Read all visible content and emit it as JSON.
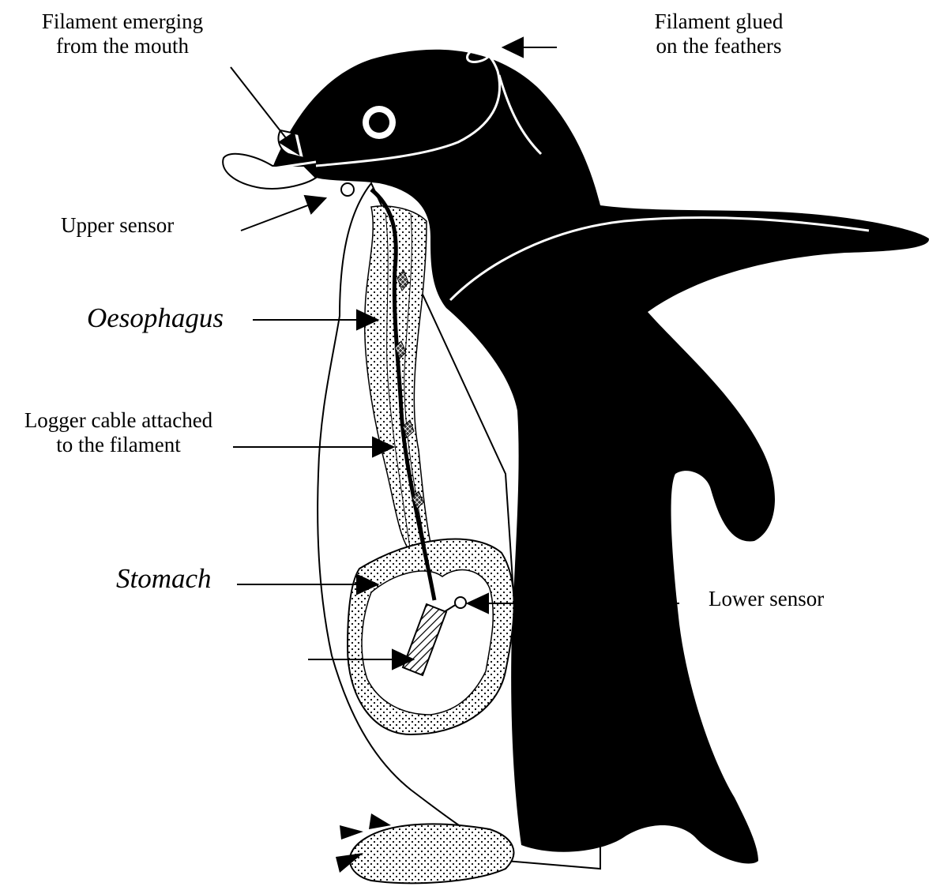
{
  "labels": {
    "filament_mouth_line1": "Filament emerging",
    "filament_mouth_line2": "from the mouth",
    "filament_glued_line1": "Filament glued",
    "filament_glued_line2": "on the feathers",
    "upper_sensor": "Upper sensor",
    "oesophagus": "Oesophagus",
    "logger_cable_line1": "Logger cable attached",
    "logger_cable_line2": "to the filament",
    "stomach": "Stomach",
    "lower_sensor": "Lower sensor"
  },
  "colors": {
    "ink": "#000000",
    "paper": "#ffffff",
    "stipple": "#000000"
  }
}
